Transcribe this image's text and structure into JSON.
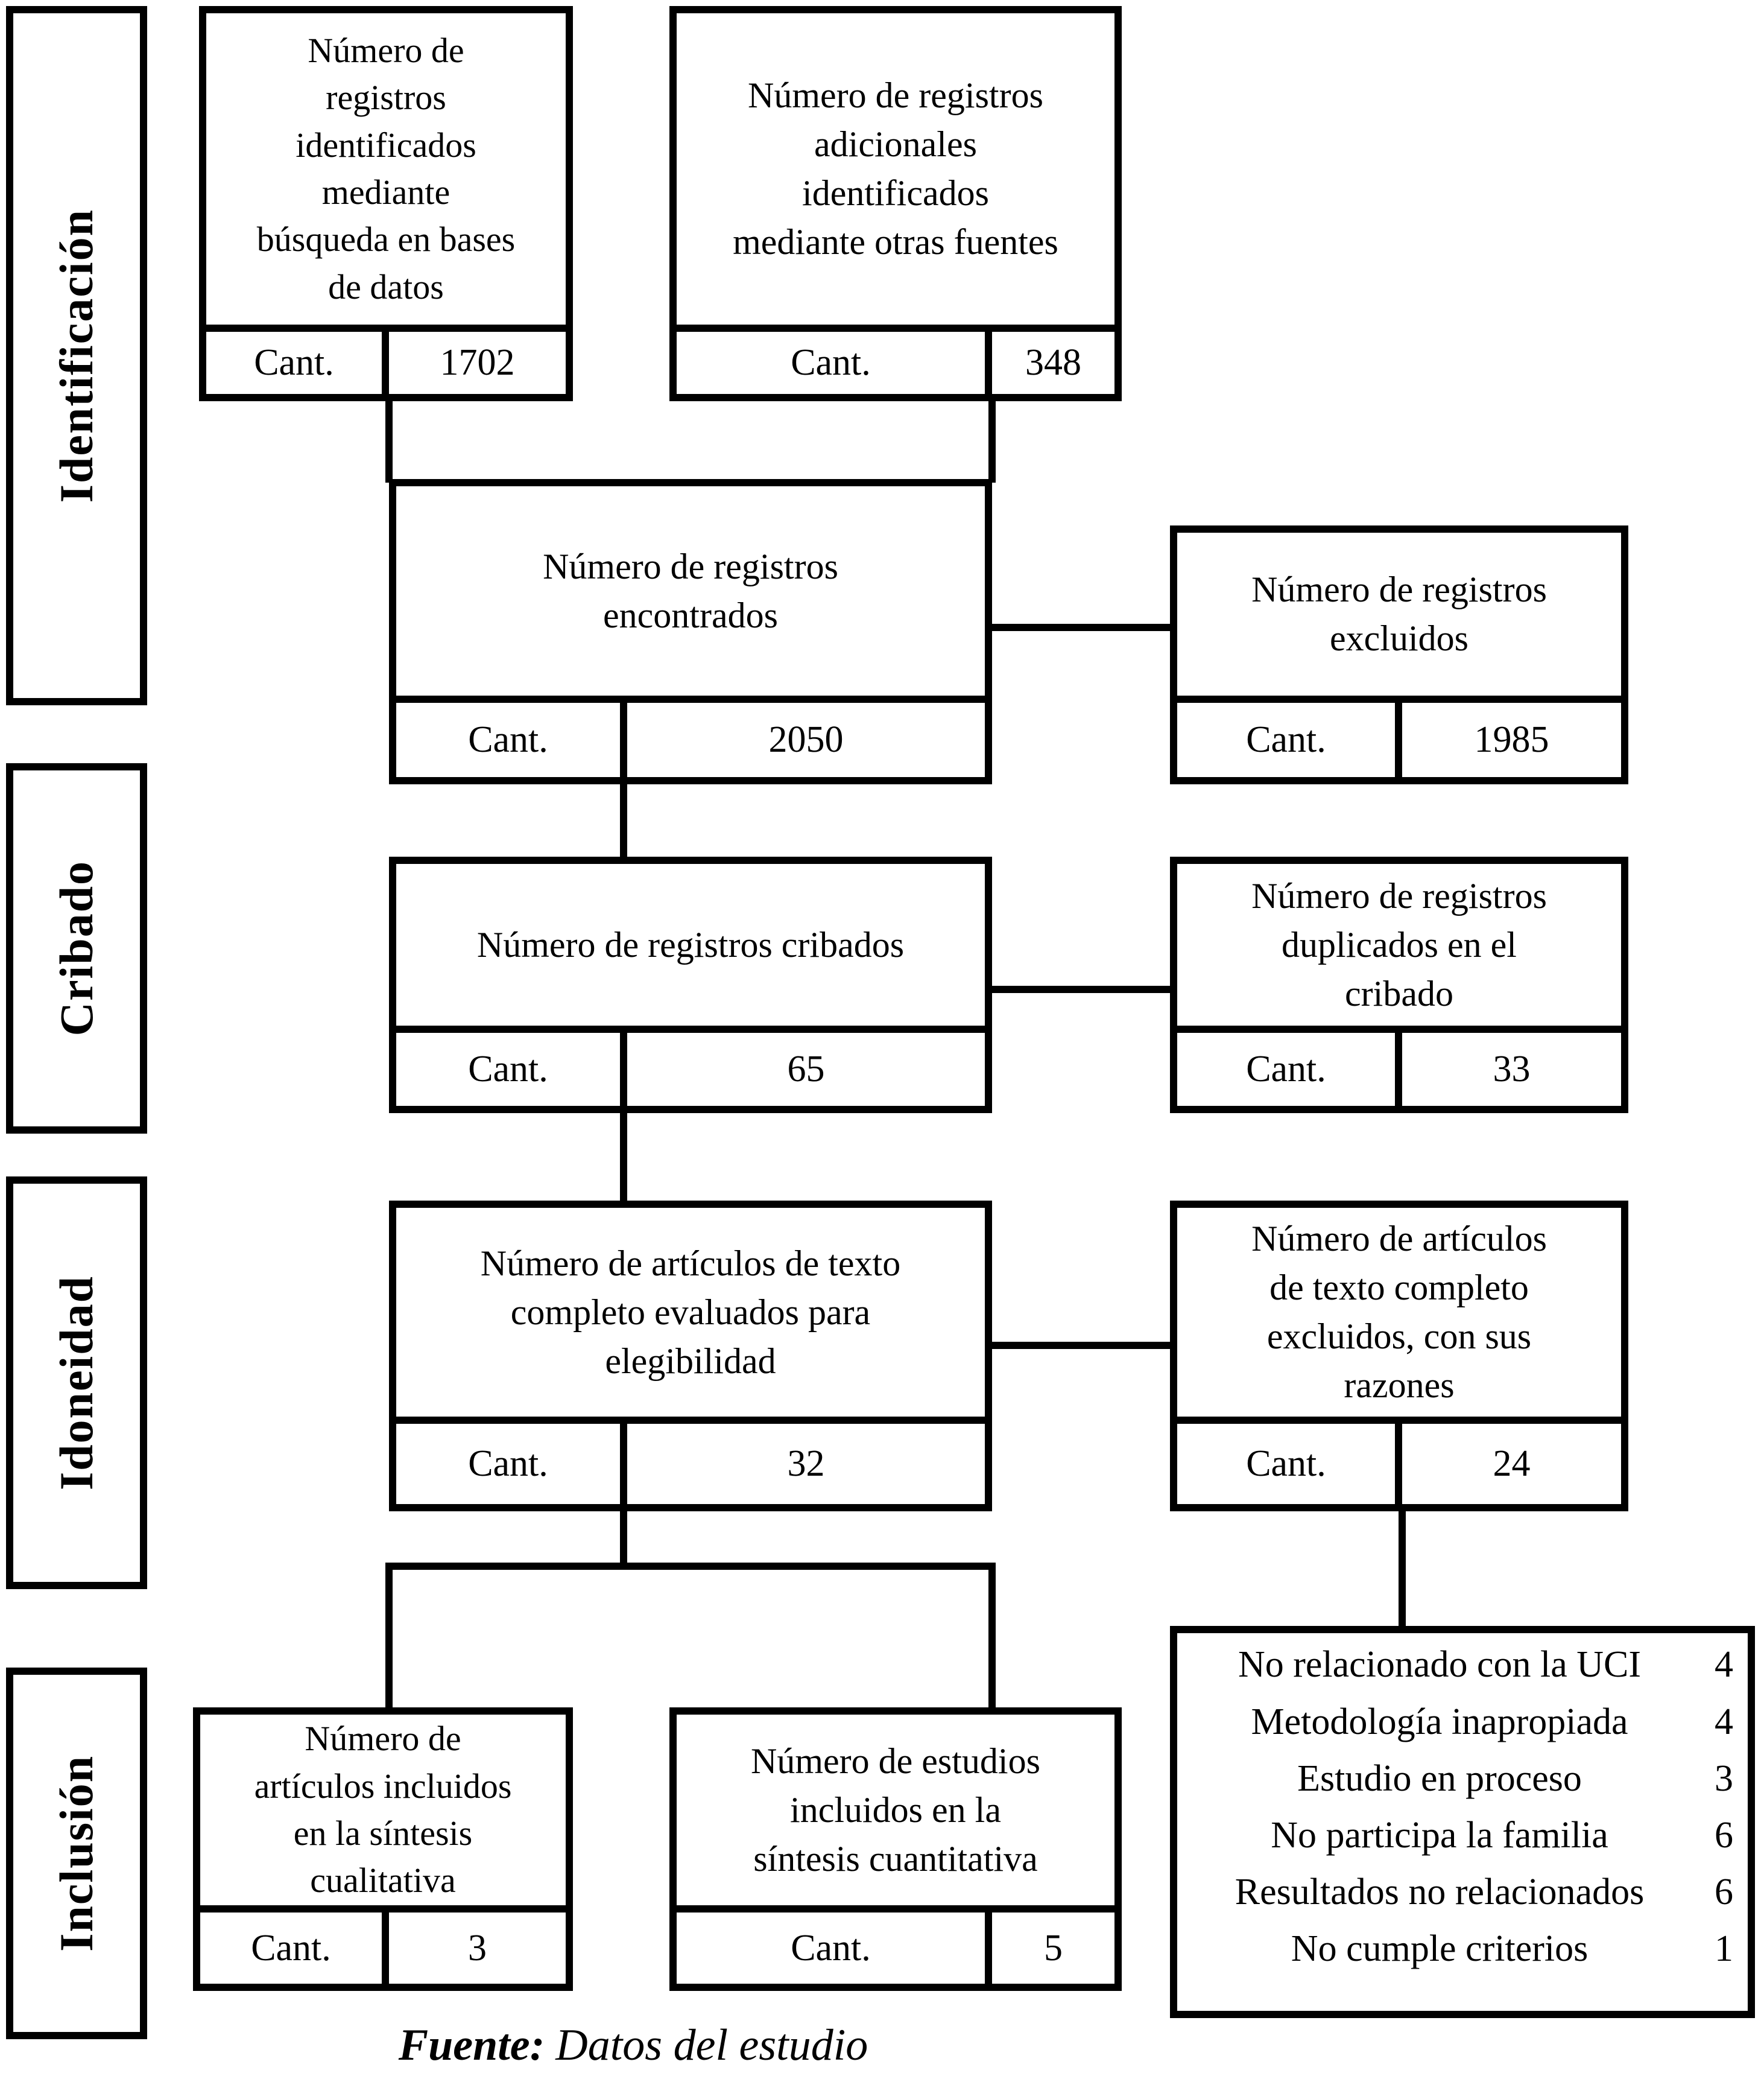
{
  "labels": {
    "cant": "Cant."
  },
  "sidebar": {
    "stages": [
      {
        "label": "Identificación"
      },
      {
        "label": "Cribado"
      },
      {
        "label": "Idoneidad"
      },
      {
        "label": "Inclusión"
      }
    ]
  },
  "nodes": {
    "identified_db": {
      "label": "Número de\nregistros\nidentificados\nmediante\nbúsqueda en bases\nde datos",
      "count": "1702"
    },
    "identified_other": {
      "label": "Número de registros\nadicionales\nidentificados\nmediante otras fuentes",
      "count": "348"
    },
    "found": {
      "label": "Número de registros\nencontrados",
      "count": "2050"
    },
    "excluded": {
      "label": "Número de registros\nexcluidos",
      "count": "1985"
    },
    "screened": {
      "label": "Número de registros cribados",
      "count": "65"
    },
    "duplicates": {
      "label": "Número de registros\nduplicados en el\ncribado",
      "count": "33"
    },
    "fulltext_assessed": {
      "label": "Número de artículos de texto\ncompleto evaluados para\nelegibilidad",
      "count": "32"
    },
    "fulltext_excluded": {
      "label": "Número de artículos\nde texto completo\nexcluidos, con sus\nrazones",
      "count": "24"
    },
    "qualitative": {
      "label": "Número de\nartículos incluidos\nen la síntesis\ncualitativa",
      "count": "3"
    },
    "quantitative": {
      "label": "Número de estudios\nincluidos en la\nsíntesis cuantitativa",
      "count": "5"
    }
  },
  "reasons": [
    {
      "label": "No relacionado con la UCI",
      "count": "4"
    },
    {
      "label": "Metodología inapropiada",
      "count": "4"
    },
    {
      "label": "Estudio en proceso",
      "count": "3"
    },
    {
      "label": "No participa la familia",
      "count": "6"
    },
    {
      "label": "Resultados no relacionados",
      "count": "6"
    },
    {
      "label": "No cumple criterios",
      "count": "1"
    }
  ],
  "footer": {
    "source_label": "Fuente:",
    "source_text": "Datos del estudio"
  }
}
